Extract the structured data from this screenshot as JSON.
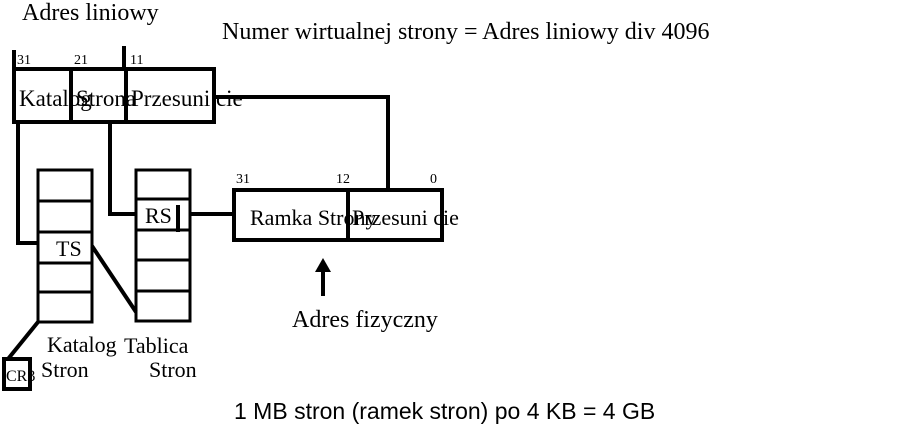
{
  "linear_address": {
    "title": "Adres liniowy",
    "bits": {
      "b31": "31",
      "b21": "21",
      "b11": "11"
    },
    "fields": {
      "catalog": "Katalog",
      "page": "Strona",
      "offset": "Przesuni cie"
    }
  },
  "formula": "Numer wirtualnej strony  =  Adres liniowy  div 4096",
  "page_directory": {
    "entry": "TS",
    "label_line1": "Katalog",
    "label_line2": "Stron"
  },
  "page_table": {
    "entry": "RS",
    "label_line1": "Tablica",
    "label_line2": "Stron"
  },
  "cr3": "CR3",
  "physical_address": {
    "bits": {
      "b31": "31",
      "b12": "12",
      "b0": "0"
    },
    "fields": {
      "frame": "Ramka Strony",
      "offset": "Przesuni cie"
    },
    "label": "Adres  fizyczny"
  },
  "footer": "1 MB stron (ramek stron) po 4 KB  =  4 GB"
}
